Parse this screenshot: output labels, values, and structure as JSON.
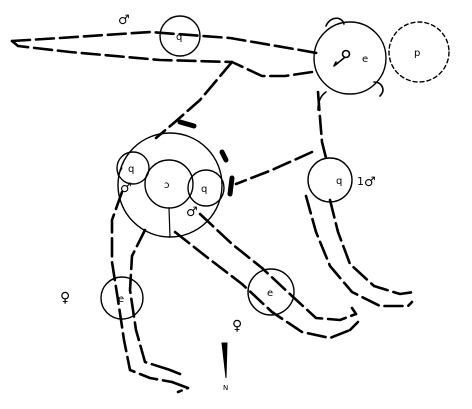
{
  "diagram": {
    "circle_labels": {
      "arm": "q",
      "head": "e",
      "outer_head": "p",
      "pelvis_left": "q",
      "pelvis_center": "ɔ",
      "pelvis_right": "q",
      "leg": "q",
      "knee_left": "e",
      "knee_right": "e"
    },
    "symbols": {
      "male_top": "♂",
      "male_pelvis_a": "♂",
      "male_pelvis_b": "♂",
      "male_leg": "♂",
      "female_left": "♀",
      "female_mid": "♀",
      "leg_number": "1"
    },
    "north_label": "N"
  },
  "colors": {
    "ink": "#000000",
    "background": "#ffffff"
  }
}
